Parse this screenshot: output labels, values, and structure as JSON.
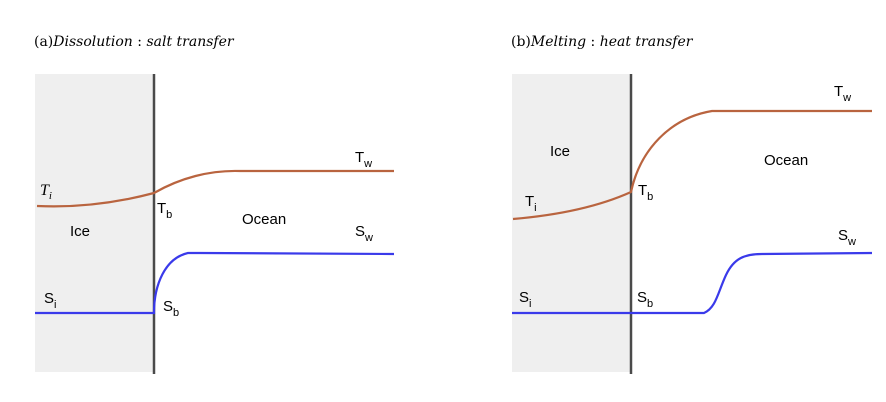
{
  "panel_a": {
    "title": {
      "prefix": "(a)",
      "name": "Dissolution",
      "sep": " : ",
      "desc": "salt transfer"
    },
    "ice_label": "Ice",
    "ocean_label": "Ocean",
    "Ti": {
      "main": "T",
      "sub": "i"
    },
    "Tb": {
      "main": "T",
      "sub": "b"
    },
    "Tw": {
      "main": "T",
      "sub": "w"
    },
    "Si": {
      "main": "S",
      "sub": "i"
    },
    "Sb": {
      "main": "S",
      "sub": "b"
    },
    "Sw": {
      "main": "S",
      "sub": "w"
    }
  },
  "panel_b": {
    "title": {
      "prefix": "(b)",
      "name": "Melting",
      "sep": " : ",
      "desc": "heat transfer"
    },
    "ice_label": "Ice",
    "ocean_label": "Ocean",
    "Ti": {
      "main": "T",
      "sub": "i"
    },
    "Tb": {
      "main": "T",
      "sub": "b"
    },
    "Tw": {
      "main": "T",
      "sub": "w"
    },
    "Si": {
      "main": "S",
      "sub": "i"
    },
    "Sb": {
      "main": "S",
      "sub": "b"
    },
    "Sw": {
      "main": "S",
      "sub": "w"
    }
  },
  "colors": {
    "ice_fill": "#efefef",
    "interface": "#4a4a4a",
    "temperature": "#b9643f",
    "salinity": "#3a3aea"
  }
}
